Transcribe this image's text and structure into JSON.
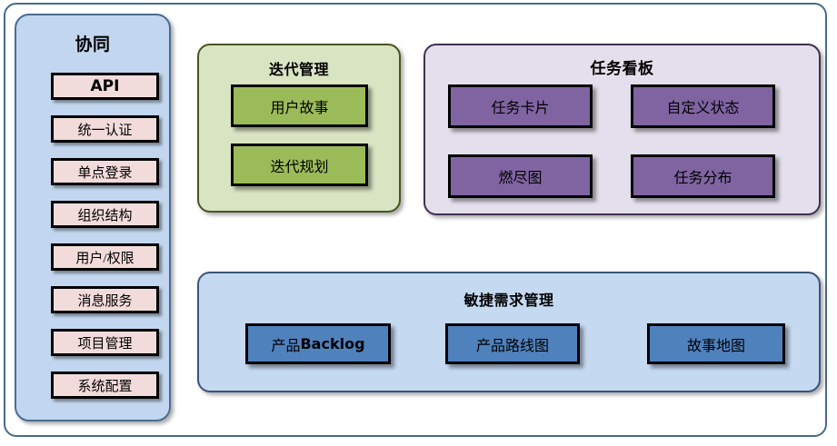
{
  "diagram": {
    "sidebar": {
      "title": "协同",
      "items": [
        {
          "label": "API",
          "latin": true
        },
        {
          "label": "统一认证",
          "latin": false
        },
        {
          "label": "单点登录",
          "latin": false
        },
        {
          "label": "组织结构",
          "latin": false
        },
        {
          "label": "用户/权限",
          "latin": false
        },
        {
          "label": "消息服务",
          "latin": false
        },
        {
          "label": "项目管理",
          "latin": false
        },
        {
          "label": "系统配置",
          "latin": false
        }
      ]
    },
    "iteration": {
      "title": "迭代管理",
      "boxes": [
        {
          "label": "用户故事"
        },
        {
          "label": "迭代规划"
        }
      ]
    },
    "taskboard": {
      "title": "任务看板",
      "boxes": [
        {
          "label": "任务卡片"
        },
        {
          "label": "自定义状态"
        },
        {
          "label": "燃尽图"
        },
        {
          "label": "任务分布"
        }
      ]
    },
    "agile": {
      "title": "敏捷需求管理",
      "boxes": [
        {
          "label_cjk": "产品",
          "label_latin": "Backlog"
        },
        {
          "label": "产品路线图"
        },
        {
          "label": "故事地图"
        }
      ]
    },
    "colors": {
      "frame_border": "#49698f",
      "sidebar_bg": "#c2d6ef",
      "sidebar_item_bg": "#f2dcdb",
      "iteration_bg": "#d9e4c2",
      "iteration_box_bg": "#9bbb59",
      "taskboard_bg": "#e4dfec",
      "taskboard_box_bg": "#8064a2",
      "agile_bg": "#c5d9f1",
      "agile_box_bg": "#4f81bd",
      "box_border": "#000000"
    }
  }
}
